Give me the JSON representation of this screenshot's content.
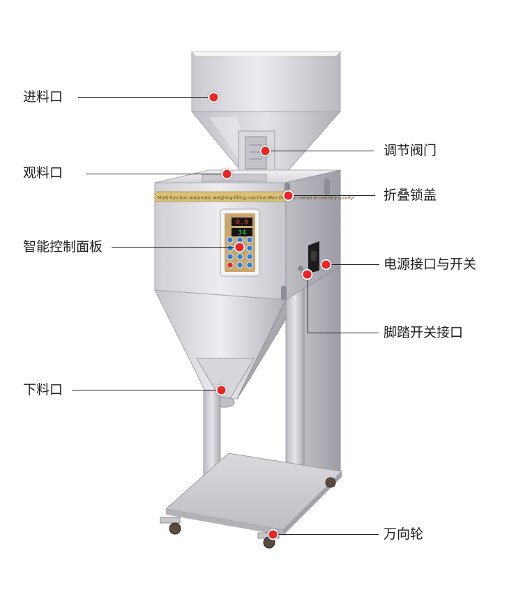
{
  "strip_text": "Multi-function automatic weighing filling machine,Won the gold medal of industry quality!",
  "display_top": "0.0",
  "display_bottom": "34",
  "callouts": [
    {
      "id": "feed-inlet",
      "text": "进料口"
    },
    {
      "id": "view-port",
      "text": "观料口"
    },
    {
      "id": "control-panel",
      "text": "智能控制面板"
    },
    {
      "id": "discharge-outlet",
      "text": "下料口"
    },
    {
      "id": "adjust-valve",
      "text": "调节阀门"
    },
    {
      "id": "fold-lock-cover",
      "text": "折叠锁盖"
    },
    {
      "id": "power-socket-switch",
      "text": "电源接口与开关"
    },
    {
      "id": "foot-switch-port",
      "text": "脚踏开关接口"
    },
    {
      "id": "caster-wheel",
      "text": "万向轮"
    }
  ],
  "colors": {
    "dot": "#ec2424",
    "leader": "#222222",
    "steel_light": "#e9e9ee",
    "steel_dark": "#9a9aa2"
  }
}
